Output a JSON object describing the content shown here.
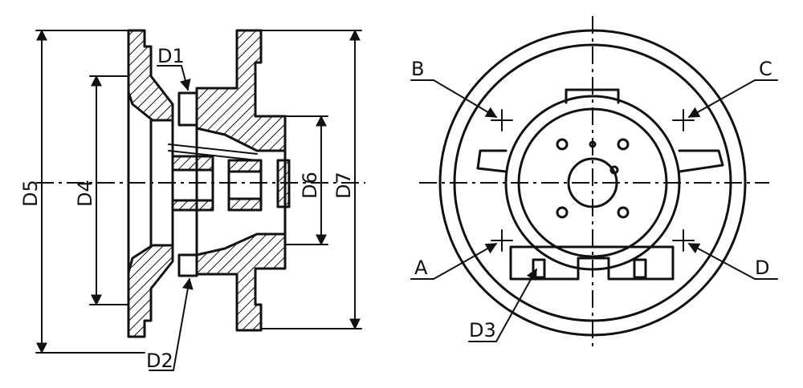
{
  "labels": {
    "d1": "D1",
    "d2": "D2",
    "d3": "D3",
    "d4": "D4",
    "d5": "D5",
    "d6": "D6",
    "d7": "D7",
    "a": "A",
    "b": "B",
    "c": "C",
    "d": "D"
  },
  "colors": {
    "line": "#111111",
    "background": "#ffffff"
  }
}
